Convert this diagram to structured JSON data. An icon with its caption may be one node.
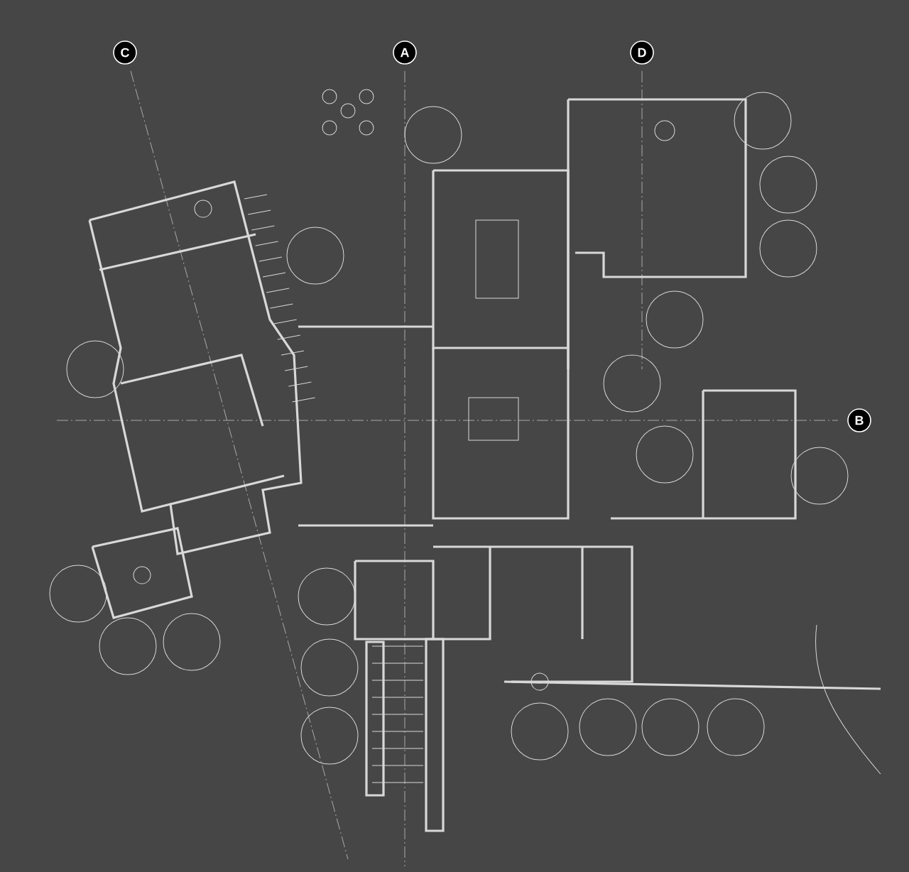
{
  "diagram": {
    "nodes": [
      {
        "text": [
          "C"
        ]
      },
      {
        "text": [
          "A"
        ]
      },
      {
        "text": [
          "D"
        ]
      },
      {
        "text": [
          "B"
        ]
      }
    ]
  }
}
